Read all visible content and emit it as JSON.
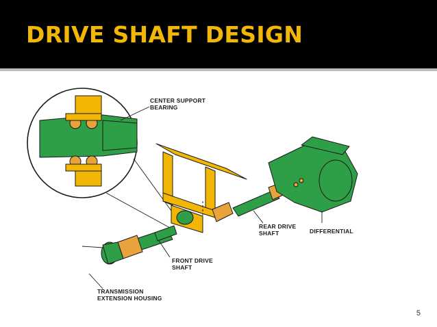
{
  "slide": {
    "title": "DRIVE SHAFT DESIGN",
    "page_number": "5"
  },
  "colors": {
    "title_background": "#000000",
    "title_text": "#f2b705",
    "shaft_green": "#2e9e47",
    "support_yellow": "#f2b705",
    "joint_orange": "#e8a33c"
  },
  "labels": {
    "center_support_bearing_line1": "CENTER SUPPORT",
    "center_support_bearing_line2": "BEARING",
    "rear_drive_shaft_line1": "REAR DRIVE",
    "rear_drive_shaft_line2": "SHAFT",
    "differential": "DIFFERENTIAL",
    "front_drive_shaft_line1": "FRONT DRIVE",
    "front_drive_shaft_line2": "SHAFT",
    "transmission_housing_line1": "TRANSMISSION",
    "transmission_housing_line2": "EXTENSION HOUSING"
  }
}
